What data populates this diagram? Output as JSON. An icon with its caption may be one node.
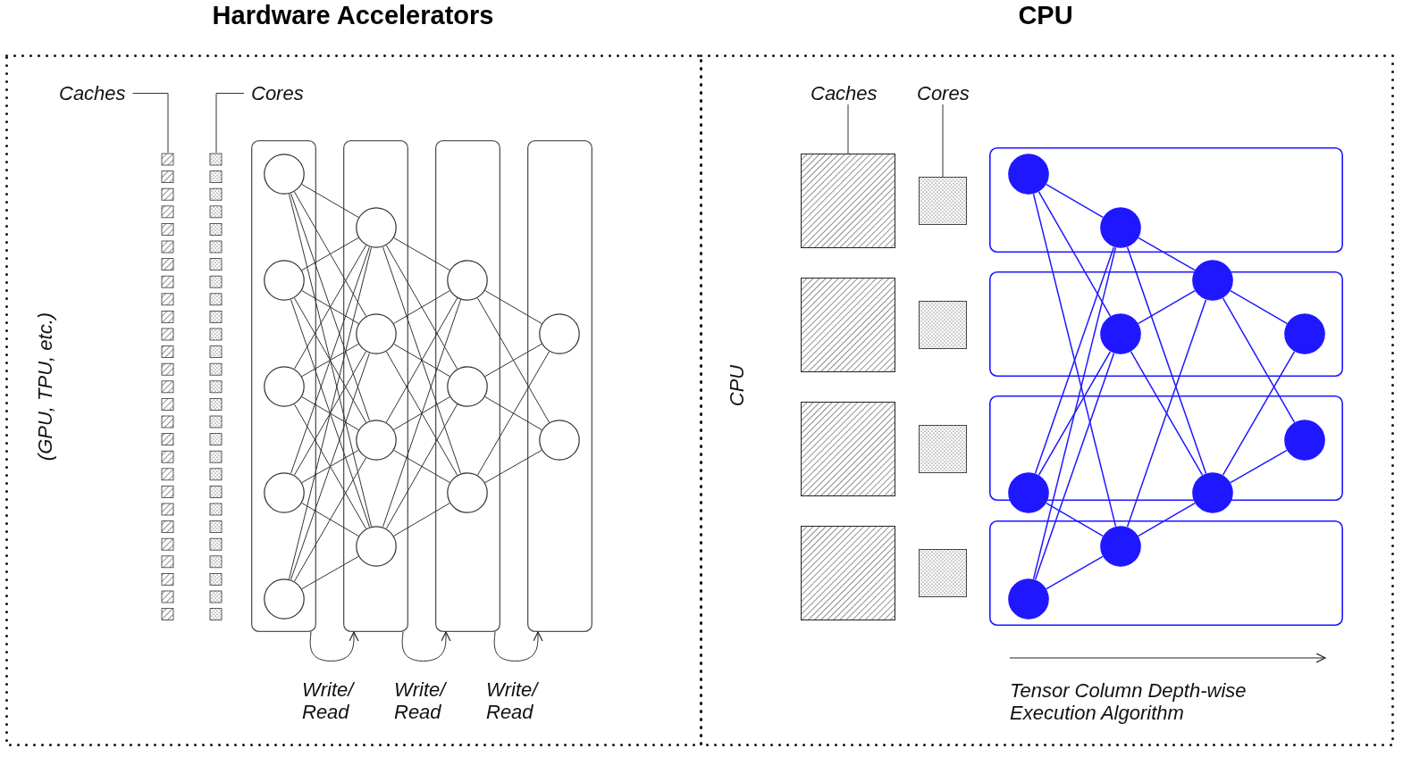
{
  "diagram": {
    "nodes": [
      {
        "text": [
          "Hardware Accelerators",
          "(GPU, TPU, etc.)"
        ]
      },
      {
        "text": [
          "Caches"
        ],
        "in": 0
      },
      {
        "text": [
          "Cores"
        ],
        "in": 0
      },
      {
        "text": [],
        "shape": "box",
        "in": 0
      },
      {
        "text": [],
        "shape": "box",
        "in": 0
      },
      {
        "text": [],
        "shape": "box",
        "in": 0
      },
      {
        "text": [],
        "shape": "box",
        "in": 0
      },
      {
        "text": [],
        "shape": "box",
        "in": 0
      },
      {
        "text": [],
        "shape": "box",
        "in": 0
      },
      {
        "text": [],
        "shape": "circle",
        "in": 5
      },
      {
        "text": [],
        "shape": "circle",
        "in": 5
      },
      {
        "text": [],
        "shape": "circle",
        "in": 5
      },
      {
        "text": [],
        "shape": "circle",
        "in": 5
      },
      {
        "text": [],
        "shape": "circle",
        "in": 5
      },
      {
        "text": [],
        "shape": "circle",
        "in": 6
      },
      {
        "text": [],
        "shape": "circle",
        "in": 6
      },
      {
        "text": [],
        "shape": "circle",
        "in": 6
      },
      {
        "text": [],
        "shape": "circle",
        "in": 6
      },
      {
        "text": [],
        "shape": "circle",
        "in": 7
      },
      {
        "text": [],
        "shape": "circle",
        "in": 7
      },
      {
        "text": [],
        "shape": "circle",
        "in": 7
      },
      {
        "text": [],
        "shape": "circle",
        "in": 8
      },
      {
        "text": [],
        "shape": "circle",
        "in": 8
      },
      {
        "text": [
          "CPU",
          "CPU"
        ]
      },
      {
        "text": [
          "Caches"
        ],
        "in": 23
      },
      {
        "text": [
          "Cores"
        ],
        "in": 23
      },
      {
        "text": [],
        "shape": "box",
        "in": 23
      },
      {
        "text": [],
        "shape": "box",
        "in": 23
      },
      {
        "text": [],
        "shape": "box",
        "in": 23
      },
      {
        "text": [],
        "shape": "box",
        "in": 23
      },
      {
        "text": [],
        "shape": "box",
        "in": 23
      },
      {
        "text": [],
        "shape": "box",
        "in": 23
      },
      {
        "text": [],
        "shape": "box",
        "in": 23
      },
      {
        "text": [],
        "shape": "box",
        "in": 23
      },
      {
        "text": [],
        "shape": "box",
        "in": 23
      },
      {
        "text": [],
        "shape": "box",
        "in": 23
      },
      {
        "text": [],
        "shape": "box",
        "in": 23
      },
      {
        "text": [],
        "shape": "box",
        "in": 23
      },
      {
        "text": [],
        "shape": "circle",
        "in": 34
      },
      {
        "text": [],
        "shape": "circle",
        "in": 34
      },
      {
        "text": [],
        "shape": "circle",
        "in": 23
      },
      {
        "text": [],
        "shape": "circle",
        "in": 35
      },
      {
        "text": [],
        "shape": "circle",
        "in": 35
      },
      {
        "text": [],
        "shape": "circle",
        "in": 36
      },
      {
        "text": [],
        "shape": "circle",
        "in": 23
      },
      {
        "text": [],
        "shape": "circle",
        "in": 23
      },
      {
        "text": [],
        "shape": "circle",
        "in": 37
      },
      {
        "text": [],
        "shape": "circle",
        "in": 37
      }
    ],
    "edges": [
      {
        "from": 1,
        "to": 3,
        "arrow": "none"
      },
      {
        "from": 2,
        "to": 4,
        "arrow": "none"
      },
      {
        "from": 5,
        "to": 6,
        "arrow": "to",
        "label": "Write/ Read"
      },
      {
        "from": 6,
        "to": 7,
        "arrow": "to",
        "label": "Write/ Read"
      },
      {
        "from": 7,
        "to": 8,
        "arrow": "to",
        "label": "Write/ Read"
      },
      {
        "from": 9,
        "to": 14,
        "arrow": "none"
      },
      {
        "from": 9,
        "to": 15,
        "arrow": "none"
      },
      {
        "from": 9,
        "to": 16,
        "arrow": "none"
      },
      {
        "from": 9,
        "to": 17,
        "arrow": "none"
      },
      {
        "from": 10,
        "to": 14,
        "arrow": "none"
      },
      {
        "from": 10,
        "to": 15,
        "arrow": "none"
      },
      {
        "from": 10,
        "to": 16,
        "arrow": "none"
      },
      {
        "from": 10,
        "to": 17,
        "arrow": "none"
      },
      {
        "from": 11,
        "to": 14,
        "arrow": "none"
      },
      {
        "from": 11,
        "to": 15,
        "arrow": "none"
      },
      {
        "from": 11,
        "to": 16,
        "arrow": "none"
      },
      {
        "from": 11,
        "to": 17,
        "arrow": "none"
      },
      {
        "from": 12,
        "to": 14,
        "arrow": "none"
      },
      {
        "from": 12,
        "to": 15,
        "arrow": "none"
      },
      {
        "from": 12,
        "to": 16,
        "arrow": "none"
      },
      {
        "from": 12,
        "to": 17,
        "arrow": "none"
      },
      {
        "from": 13,
        "to": 14,
        "arrow": "none"
      },
      {
        "from": 13,
        "to": 15,
        "arrow": "none"
      },
      {
        "from": 13,
        "to": 16,
        "arrow": "none"
      },
      {
        "from": 13,
        "to": 17,
        "arrow": "none"
      },
      {
        "from": 14,
        "to": 18,
        "arrow": "none"
      },
      {
        "from": 14,
        "to": 19,
        "arrow": "none"
      },
      {
        "from": 14,
        "to": 20,
        "arrow": "none"
      },
      {
        "from": 15,
        "to": 18,
        "arrow": "none"
      },
      {
        "from": 15,
        "to": 19,
        "arrow": "none"
      },
      {
        "from": 15,
        "to": 20,
        "arrow": "none"
      },
      {
        "from": 16,
        "to": 18,
        "arrow": "none"
      },
      {
        "from": 16,
        "to": 19,
        "arrow": "none"
      },
      {
        "from": 16,
        "to": 20,
        "arrow": "none"
      },
      {
        "from": 17,
        "to": 18,
        "arrow": "none"
      },
      {
        "from": 17,
        "to": 19,
        "arrow": "none"
      },
      {
        "from": 17,
        "to": 20,
        "arrow": "none"
      },
      {
        "from": 18,
        "to": 21,
        "arrow": "none"
      },
      {
        "from": 18,
        "to": 22,
        "arrow": "none"
      },
      {
        "from": 19,
        "to": 21,
        "arrow": "none"
      },
      {
        "from": 19,
        "to": 22,
        "arrow": "none"
      },
      {
        "from": 20,
        "to": 21,
        "arrow": "none"
      },
      {
        "from": 20,
        "to": 22,
        "arrow": "none"
      },
      {
        "from": 24,
        "to": 26,
        "arrow": "none"
      },
      {
        "from": 25,
        "to": 30,
        "arrow": "none"
      },
      {
        "from": 38,
        "to": 39,
        "arrow": "none",
        "color": "#1f17ff"
      },
      {
        "from": 38,
        "to": 41,
        "arrow": "none",
        "color": "#1f17ff"
      },
      {
        "from": 38,
        "to": 46,
        "arrow": "none",
        "color": "#1f17ff"
      },
      {
        "from": 39,
        "to": 40,
        "arrow": "none",
        "color": "#1f17ff"
      },
      {
        "from": 39,
        "to": 44,
        "arrow": "none",
        "color": "#1f17ff"
      },
      {
        "from": 39,
        "to": 47,
        "arrow": "none",
        "color": "#1f17ff"
      },
      {
        "from": 39,
        "to": 45,
        "arrow": "none",
        "color": "#1f17ff"
      },
      {
        "from": 40,
        "to": 41,
        "arrow": "none",
        "color": "#1f17ff"
      },
      {
        "from": 40,
        "to": 42,
        "arrow": "none",
        "color": "#1f17ff"
      },
      {
        "from": 40,
        "to": 43,
        "arrow": "none",
        "color": "#1f17ff"
      },
      {
        "from": 40,
        "to": 46,
        "arrow": "none",
        "color": "#1f17ff"
      },
      {
        "from": 41,
        "to": 44,
        "arrow": "none",
        "color": "#1f17ff"
      },
      {
        "from": 41,
        "to": 47,
        "arrow": "none",
        "color": "#1f17ff"
      },
      {
        "from": 41,
        "to": 45,
        "arrow": "none",
        "color": "#1f17ff"
      },
      {
        "from": 42,
        "to": 45,
        "arrow": "none",
        "color": "#1f17ff"
      },
      {
        "from": 43,
        "to": 45,
        "arrow": "none",
        "color": "#1f17ff"
      },
      {
        "from": 44,
        "to": 46,
        "arrow": "none",
        "color": "#1f17ff"
      },
      {
        "from": 45,
        "to": 46,
        "arrow": "none",
        "color": "#1f17ff"
      },
      {
        "from": 46,
        "to": 47,
        "arrow": "none",
        "color": "#1f17ff"
      }
    ],
    "labels": [
      "Tensor Column Depth-wise Execution Algorithm"
    ]
  }
}
